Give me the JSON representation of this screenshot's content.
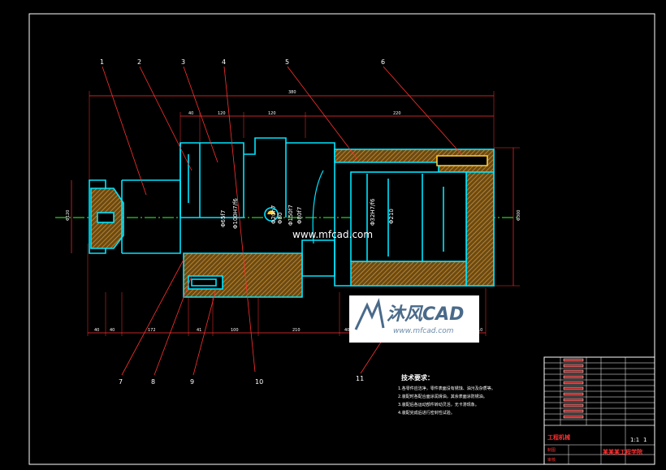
{
  "watermark": {
    "center_text": "www.mfcad.com",
    "logo_text": "沐风CAD",
    "logo_site": "www.mfcad.com"
  },
  "leaders": [
    "1",
    "2",
    "3",
    "4",
    "5",
    "6",
    "7",
    "8",
    "9",
    "10",
    "11"
  ],
  "dimensions": {
    "overall": "380",
    "top_segments": [
      "40",
      "120",
      "120",
      "220"
    ],
    "bottom_segments": [
      "40",
      "40",
      "172",
      "41",
      "100",
      "210",
      "40",
      "10"
    ],
    "left_diameter": "Φ120",
    "right_diameter": "Φ300",
    "fit_labels": [
      "Φ65f7",
      "Φ100H7/f6",
      "Φ20h7",
      "Φ80",
      "Φ150f7",
      "Φ80f7",
      "Φ32H7/f6",
      "Φ210"
    ]
  },
  "tech_requirements": {
    "heading": "技术要求：",
    "items": [
      "1.各零件应洁净，零件表面没有锈蚀、油污及杂质等。",
      "2.装配时各配合面涂润滑油，其余表面涂防锈油。",
      "3.装配后各运动部件转动灵活，无卡滞现象。",
      "4.装配完成后进行密封性试验。"
    ]
  },
  "title_block": {
    "drawing_title": "工程机械",
    "school": "某某某工程学院",
    "label_left_bottom": "制图",
    "label_left_bottom2": "审核",
    "parts_rows": 12,
    "scale": "1:1",
    "sheet": "1"
  },
  "colors": {
    "background": "#000000",
    "outline": "#00e5ff",
    "hatch": "#c48a2a",
    "dimension": "#ff3030",
    "centerline": "#33ff33",
    "leader": "#ff3030",
    "frame": "#ffffff"
  }
}
